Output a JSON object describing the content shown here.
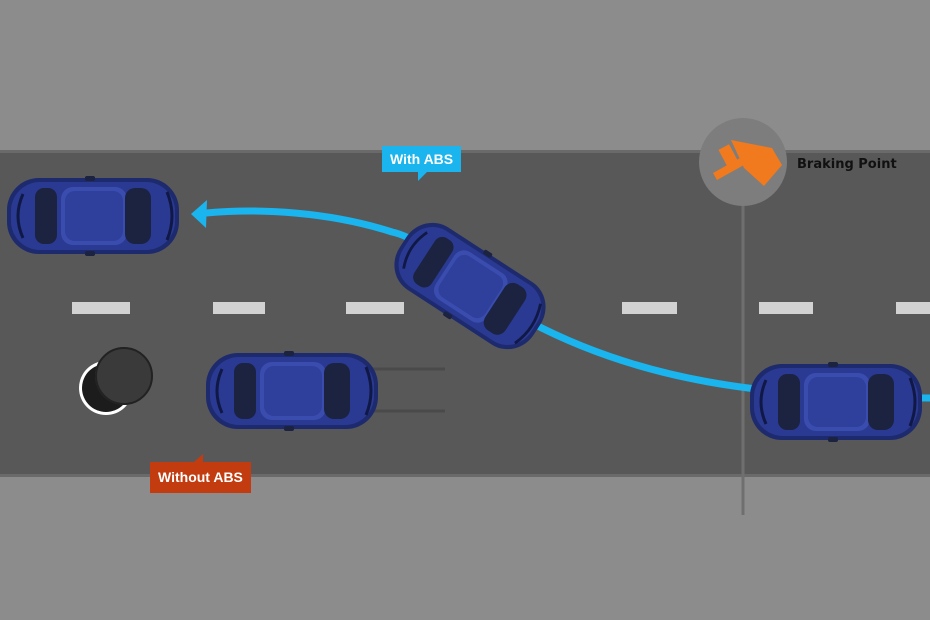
{
  "labels": {
    "with_abs": "With ABS",
    "without_abs": "Without ABS",
    "braking_point": "Braking Point"
  },
  "icons": {
    "braking": "brake-pedal-icon",
    "obstacle": "obstacle-disc-icon",
    "direction": "arrow-left-icon"
  },
  "colors": {
    "background": "#8c8c8c",
    "road": "#585858",
    "lane_marking": "#d2d2d2",
    "with_abs": "#1ab4ee",
    "without_abs": "#c33c0f",
    "brake_icon": "#f07a1d",
    "car_body": "#23317a"
  }
}
